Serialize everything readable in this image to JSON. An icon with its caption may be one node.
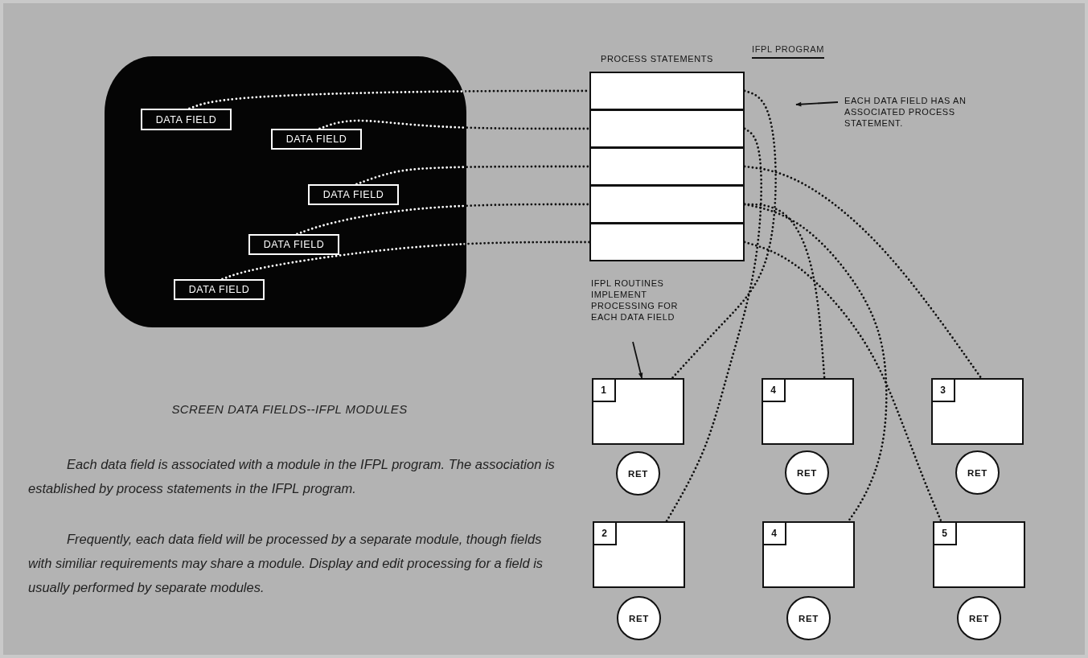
{
  "diagram": {
    "title": "SCREEN DATA FIELDS--IFPL MODULES",
    "nodes": [
      {
        "text": [],
        "shape": "picture"
      },
      {
        "text": [
          "DATA FIELD"
        ],
        "in": 0
      },
      {
        "text": [
          "DATA FIELD"
        ],
        "in": 0
      },
      {
        "text": [
          "DATA FIELD"
        ],
        "in": 0
      },
      {
        "text": [
          "DATA FIELD"
        ],
        "in": 0
      },
      {
        "text": [
          "DATA FIELD"
        ],
        "in": 0
      },
      {
        "text": [
          "PROCESS STATEMENTS"
        ]
      },
      {
        "text": [],
        "shape": "box",
        "in": 6
      },
      {
        "text": [],
        "shape": "box",
        "in": 6
      },
      {
        "text": [],
        "shape": "box",
        "in": 6
      },
      {
        "text": [],
        "shape": "box",
        "in": 6
      },
      {
        "text": [],
        "shape": "box",
        "in": 6
      },
      {
        "text": [
          "1"
        ]
      },
      {
        "text": [
          "4"
        ]
      },
      {
        "text": [
          "3"
        ]
      },
      {
        "text": [
          "RET"
        ]
      },
      {
        "text": [
          "RET"
        ]
      },
      {
        "text": [
          "RET"
        ]
      },
      {
        "text": [
          "2"
        ]
      },
      {
        "text": [
          "4"
        ]
      },
      {
        "text": [
          "5"
        ]
      },
      {
        "text": [
          "RET"
        ]
      },
      {
        "text": [
          "RET"
        ]
      },
      {
        "text": [
          "RET"
        ]
      },
      {
        "text": [
          "EACH DATA FIELD HAS AN ASSOCIATED PROCESS STATEMENT."
        ]
      },
      {
        "text": [
          "IFPL ROUTINES IMPLEMENT PROCESSING FOR EACH DATA FIELD"
        ]
      }
    ],
    "edges": [
      {
        "from": 1,
        "to": 7,
        "arrow": "none",
        "style": "dashed"
      },
      {
        "from": 2,
        "to": 8,
        "arrow": "none",
        "style": "dashed"
      },
      {
        "from": 3,
        "to": 9,
        "arrow": "none",
        "style": "dashed"
      },
      {
        "from": 4,
        "to": 10,
        "arrow": "none",
        "style": "dashed"
      },
      {
        "from": 5,
        "to": 11,
        "arrow": "none",
        "style": "dashed"
      },
      {
        "from": 7,
        "to": 12,
        "arrow": "none",
        "style": "dashed"
      },
      {
        "from": 8,
        "to": 18,
        "arrow": "none",
        "style": "dashed"
      },
      {
        "from": 9,
        "to": 14,
        "arrow": "none",
        "style": "dashed"
      },
      {
        "from": 10,
        "to": 13,
        "arrow": "none",
        "style": "dashed"
      },
      {
        "from": 10,
        "to": 19,
        "arrow": "none",
        "style": "dashed"
      },
      {
        "from": 11,
        "to": 20,
        "arrow": "none",
        "style": "dashed"
      },
      {
        "from": 24,
        "to": null,
        "arrow": "to"
      },
      {
        "from": 25,
        "to": 12,
        "arrow": "to"
      }
    ],
    "labels": [
      "IFPL PROGRAM",
      "Each data field is associated with a module in the IFPL program. The association is established by process statements in the IFPL program.",
      "Frequently, each data field will be processed by a separate module, though fields with similiar requirements may share a module. Display and edit processing for a field is usually performed by separate modules."
    ]
  }
}
